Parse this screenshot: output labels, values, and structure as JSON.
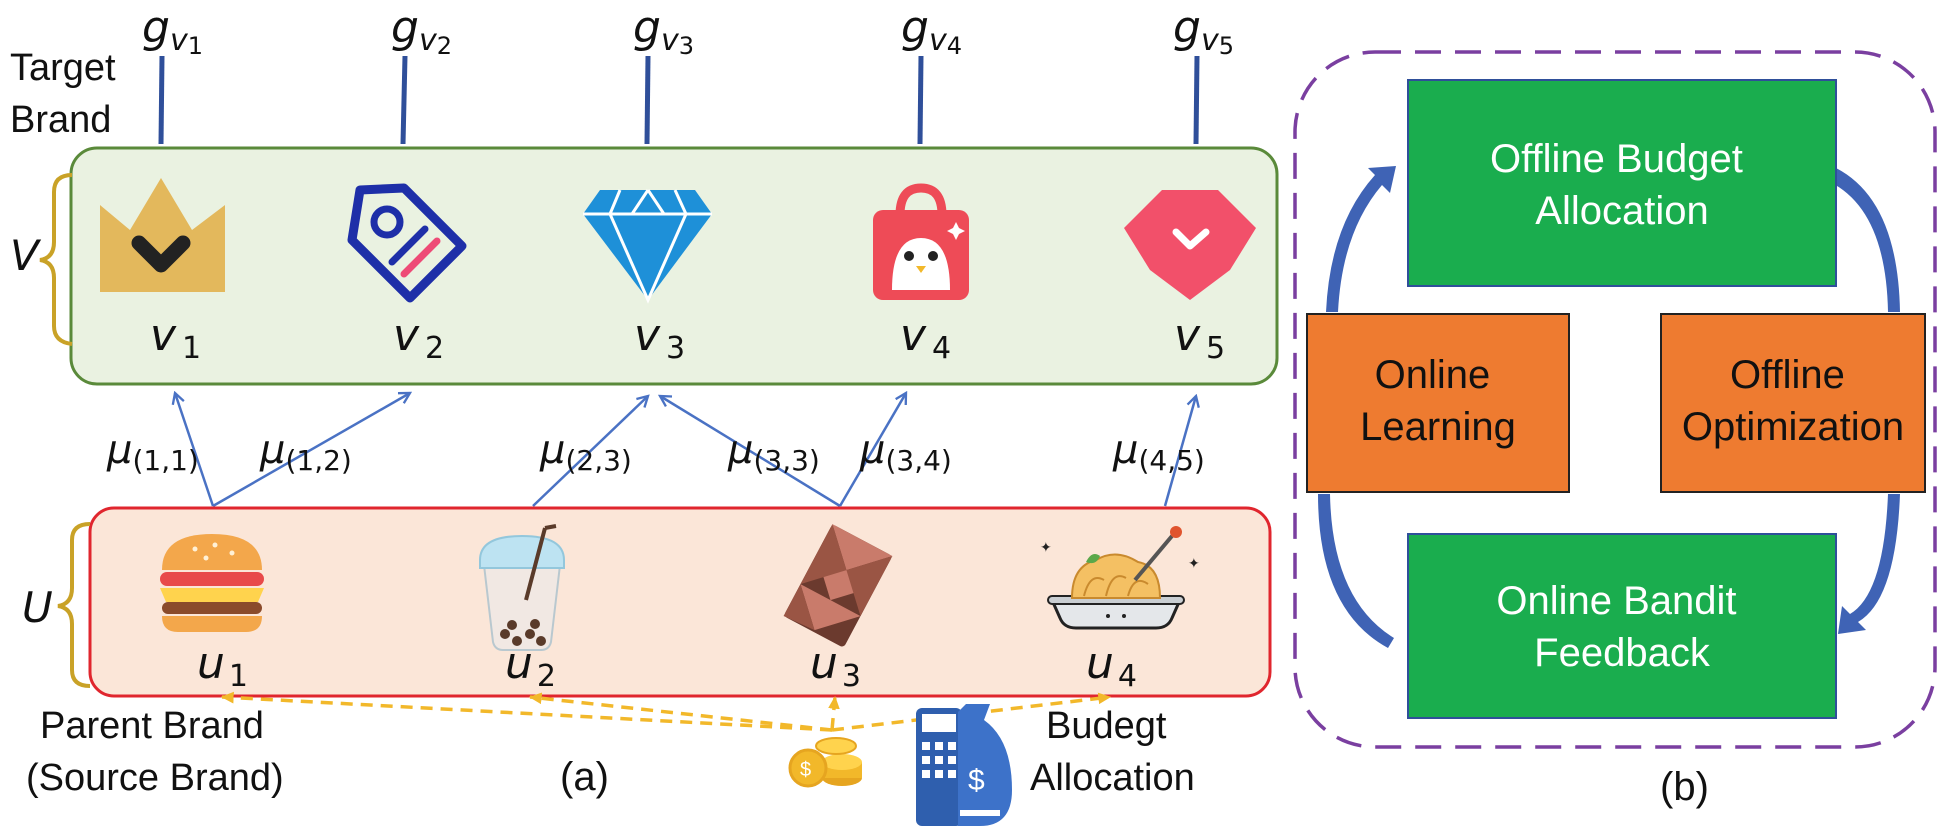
{
  "panel_a": {
    "caption": "(a)",
    "target_label": [
      "Target",
      "Brand"
    ],
    "parent_label": [
      "Parent Brand",
      "(Source Brand)"
    ],
    "budget_label": [
      "Budegt",
      "Allocation"
    ],
    "set_v": "V",
    "set_u": "U",
    "g_labels": [
      {
        "base": "g",
        "sub": "v",
        "subsub": "1"
      },
      {
        "base": "g",
        "sub": "v",
        "subsub": "2"
      },
      {
        "base": "g",
        "sub": "v",
        "subsub": "3"
      },
      {
        "base": "g",
        "sub": "v",
        "subsub": "4"
      },
      {
        "base": "g",
        "sub": "v",
        "subsub": "5"
      }
    ],
    "targets": [
      {
        "base": "v",
        "sub": "1",
        "icon": "crown-icon",
        "color": "#E3B85C"
      },
      {
        "base": "v",
        "sub": "2",
        "icon": "tag-icon",
        "color": "#1E2FA8"
      },
      {
        "base": "v",
        "sub": "3",
        "icon": "diamond-icon",
        "color": "#1E90D8"
      },
      {
        "base": "v",
        "sub": "4",
        "icon": "shopping-bag-icon",
        "color": "#EE4B57"
      },
      {
        "base": "v",
        "sub": "5",
        "icon": "heart-badge-icon",
        "color": "#F2506A"
      }
    ],
    "sources": [
      {
        "base": "u",
        "sub": "1",
        "icon": "burger-icon"
      },
      {
        "base": "u",
        "sub": "2",
        "icon": "bubble-tea-icon"
      },
      {
        "base": "u",
        "sub": "3",
        "icon": "chocolate-icon"
      },
      {
        "base": "u",
        "sub": "4",
        "icon": "pasta-icon"
      }
    ],
    "mu_labels": [
      {
        "base": "μ",
        "sub": "(1,1)"
      },
      {
        "base": "μ",
        "sub": "(1,2)"
      },
      {
        "base": "μ",
        "sub": "(2,3)"
      },
      {
        "base": "μ",
        "sub": "(3,3)"
      },
      {
        "base": "μ",
        "sub": "(3,4)"
      },
      {
        "base": "μ",
        "sub": "(4,5)"
      }
    ],
    "edges": [
      [
        1,
        1
      ],
      [
        1,
        2
      ],
      [
        2,
        3
      ],
      [
        3,
        3
      ],
      [
        3,
        4
      ],
      [
        4,
        5
      ]
    ],
    "colors": {
      "target_box_fill": "#EAF2E1",
      "target_box_stroke": "#5A8A3A",
      "source_box_fill": "#FBE6D8",
      "source_box_stroke": "#E0262E",
      "edge": "#4A72C4",
      "brace": "#C9A227",
      "budget_arrow": "#F2B82A",
      "g_line": "#2F4F9A"
    }
  },
  "panel_b": {
    "caption": "(b)",
    "boxes": {
      "offline_budget": [
        "Offline Budget",
        "Allocation"
      ],
      "online_learning": [
        "Online",
        "Learning"
      ],
      "offline_optimization": [
        "Offline",
        "Optimization"
      ],
      "online_bandit": [
        "Online Bandit",
        "Feedback"
      ]
    },
    "colors": {
      "green": "#1AAD4E",
      "orange": "#EE7B30",
      "dash": "#7A3FA0",
      "arrow": "#3F63B5"
    }
  }
}
